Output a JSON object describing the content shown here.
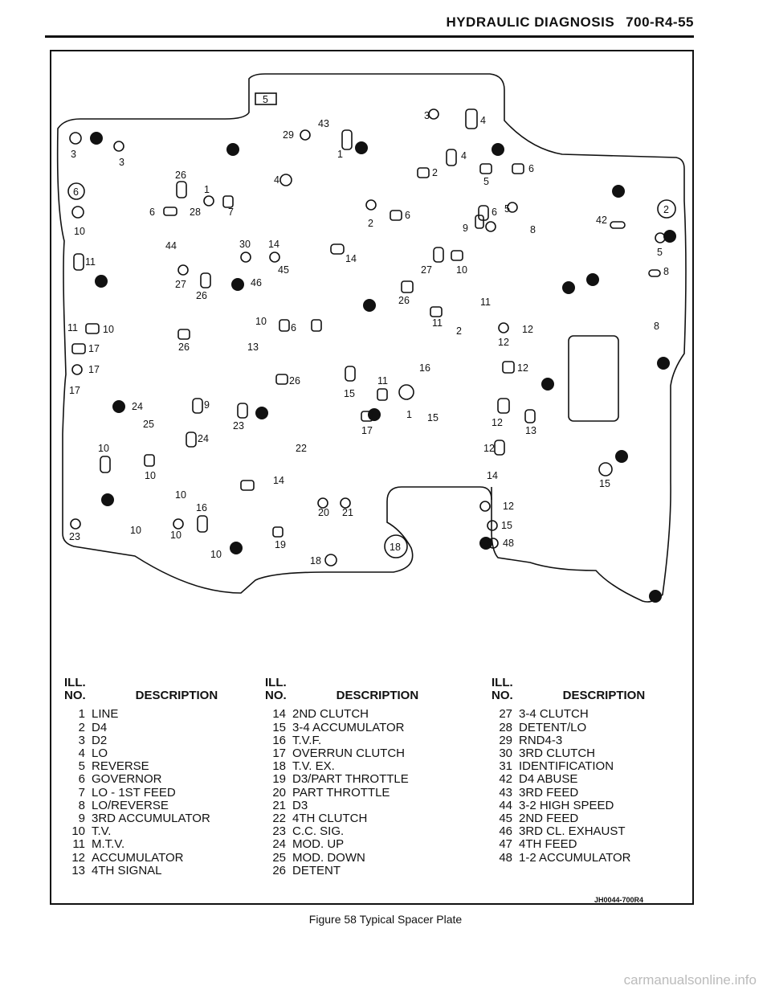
{
  "header": {
    "title": "HYDRAULIC DIAGNOSIS",
    "page_code": "700-R4-55"
  },
  "diagram": {
    "callouts": {
      "c5": "5",
      "c6": "6",
      "c2": "2",
      "c18": "18"
    },
    "labels": [
      "43",
      "29",
      "3",
      "4",
      "3",
      "3",
      "1",
      "4",
      "26",
      "4",
      "2",
      "6",
      "5",
      "6",
      "1",
      "28",
      "7",
      "2",
      "6",
      "9",
      "6",
      "5",
      "42",
      "10",
      "8",
      "44",
      "30",
      "14",
      "14",
      "5",
      "11",
      "45",
      "27",
      "10",
      "27",
      "46",
      "8",
      "26",
      "26",
      "11",
      "11",
      "2",
      "10",
      "12",
      "8",
      "11",
      "10",
      "6",
      "26",
      "13",
      "12",
      "17",
      "17",
      "16",
      "12",
      "26",
      "11",
      "17",
      "15",
      "24",
      "9",
      "23",
      "1",
      "15",
      "12",
      "13",
      "25",
      "24",
      "17",
      "22",
      "10",
      "12",
      "10",
      "14",
      "15",
      "14",
      "12",
      "16",
      "20",
      "21",
      "15",
      "10",
      "10",
      "23",
      "19",
      "10",
      "48",
      "18",
      "10"
    ]
  },
  "legend": {
    "col_header_ill": "ILL.",
    "col_header_no": "NO.",
    "col_header_desc": "DESCRIPTION",
    "columns": [
      [
        {
          "n": "1",
          "d": "LINE"
        },
        {
          "n": "2",
          "d": "D4"
        },
        {
          "n": "3",
          "d": "D2"
        },
        {
          "n": "4",
          "d": "LO"
        },
        {
          "n": "5",
          "d": "REVERSE"
        },
        {
          "n": "6",
          "d": "GOVERNOR"
        },
        {
          "n": "7",
          "d": "LO - 1ST FEED"
        },
        {
          "n": "8",
          "d": "LO/REVERSE"
        },
        {
          "n": "9",
          "d": "3RD ACCUMULATOR"
        },
        {
          "n": "10",
          "d": "T.V."
        },
        {
          "n": "11",
          "d": "M.T.V."
        },
        {
          "n": "12",
          "d": "ACCUMULATOR"
        },
        {
          "n": "13",
          "d": "4TH SIGNAL"
        }
      ],
      [
        {
          "n": "14",
          "d": "2ND CLUTCH"
        },
        {
          "n": "15",
          "d": "3-4 ACCUMULATOR"
        },
        {
          "n": "16",
          "d": "T.V.F."
        },
        {
          "n": "17",
          "d": "OVERRUN CLUTCH"
        },
        {
          "n": "18",
          "d": "T.V. EX."
        },
        {
          "n": "19",
          "d": "D3/PART THROTTLE"
        },
        {
          "n": "20",
          "d": "PART THROTTLE"
        },
        {
          "n": "21",
          "d": "D3"
        },
        {
          "n": "22",
          "d": "4TH CLUTCH"
        },
        {
          "n": "23",
          "d": "C.C. SIG."
        },
        {
          "n": "24",
          "d": "MOD. UP"
        },
        {
          "n": "25",
          "d": "MOD. DOWN"
        },
        {
          "n": "26",
          "d": "DETENT"
        }
      ],
      [
        {
          "n": "27",
          "d": "3-4 CLUTCH"
        },
        {
          "n": "28",
          "d": "DETENT/LO"
        },
        {
          "n": "29",
          "d": "RND4-3"
        },
        {
          "n": "30",
          "d": "3RD CLUTCH"
        },
        {
          "n": "31",
          "d": "IDENTIFICATION"
        },
        {
          "n": "42",
          "d": "D4 ABUSE"
        },
        {
          "n": "43",
          "d": "3RD FEED"
        },
        {
          "n": "44",
          "d": "3-2 HIGH SPEED"
        },
        {
          "n": "45",
          "d": "2ND FEED"
        },
        {
          "n": "46",
          "d": "3RD CL. EXHAUST"
        },
        {
          "n": "47",
          "d": "4TH FEED"
        },
        {
          "n": "48",
          "d": "1-2 ACCUMULATOR"
        }
      ]
    ]
  },
  "figure_code": "JH0044-700R4",
  "caption": "Figure 58 Typical Spacer Plate",
  "watermark": "carmanualsonline.info"
}
